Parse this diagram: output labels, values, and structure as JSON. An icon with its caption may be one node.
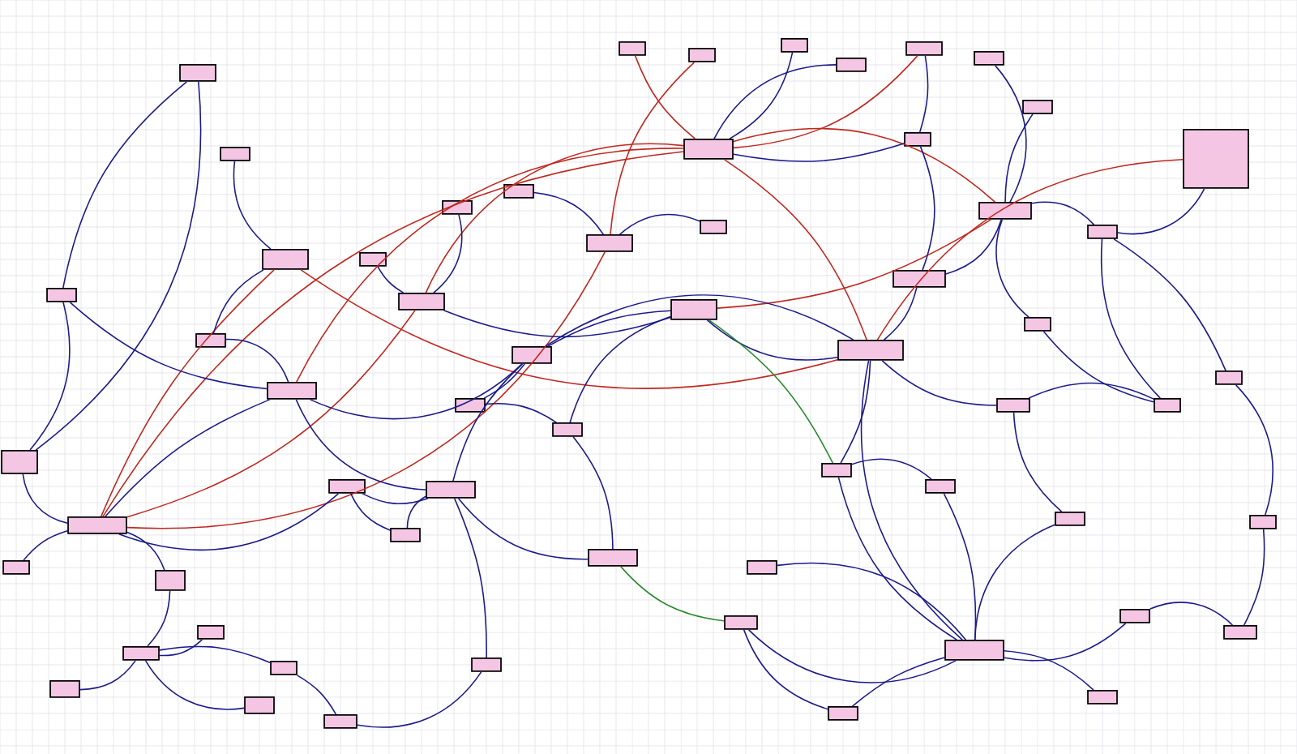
{
  "diagram": {
    "nodes": [
      {
        "text": [],
        "shape": "box"
      },
      {
        "text": [],
        "shape": "box"
      },
      {
        "text": [],
        "shape": "box"
      },
      {
        "text": [],
        "shape": "box"
      },
      {
        "text": [],
        "shape": "box"
      },
      {
        "text": [],
        "shape": "box"
      },
      {
        "text": [],
        "shape": "box"
      },
      {
        "text": [],
        "shape": "box"
      },
      {
        "text": [],
        "shape": "box"
      },
      {
        "text": [],
        "shape": "box"
      },
      {
        "text": [],
        "shape": "box"
      },
      {
        "text": [],
        "shape": "box"
      },
      {
        "text": [],
        "shape": "box"
      },
      {
        "text": [],
        "shape": "box"
      },
      {
        "text": [],
        "shape": "box"
      },
      {
        "text": [],
        "shape": "box"
      },
      {
        "text": [],
        "shape": "box"
      },
      {
        "text": [],
        "shape": "box"
      },
      {
        "text": [],
        "shape": "box"
      },
      {
        "text": [],
        "shape": "box"
      },
      {
        "text": [],
        "shape": "box"
      },
      {
        "text": [],
        "shape": "box"
      },
      {
        "text": [],
        "shape": "box"
      },
      {
        "text": [],
        "shape": "box"
      },
      {
        "text": [],
        "shape": "box"
      },
      {
        "text": [],
        "shape": "box"
      },
      {
        "text": [],
        "shape": "box"
      },
      {
        "text": [],
        "shape": "box"
      },
      {
        "text": [],
        "shape": "box"
      },
      {
        "text": [],
        "shape": "box"
      },
      {
        "text": [],
        "shape": "box"
      },
      {
        "text": [],
        "shape": "box"
      },
      {
        "text": [],
        "shape": "box"
      },
      {
        "text": [],
        "shape": "box"
      },
      {
        "text": [],
        "shape": "box"
      },
      {
        "text": [],
        "shape": "box"
      },
      {
        "text": [],
        "shape": "box"
      },
      {
        "text": [],
        "shape": "box"
      },
      {
        "text": [],
        "shape": "box"
      },
      {
        "text": [],
        "shape": "box"
      },
      {
        "text": [],
        "shape": "box"
      },
      {
        "text": [],
        "shape": "box"
      },
      {
        "text": [],
        "shape": "box"
      },
      {
        "text": [],
        "shape": "box"
      },
      {
        "text": [],
        "shape": "box"
      },
      {
        "text": [],
        "shape": "box"
      },
      {
        "text": [],
        "shape": "box"
      },
      {
        "text": [],
        "shape": "box"
      },
      {
        "text": [],
        "shape": "box"
      },
      {
        "text": [],
        "shape": "box"
      },
      {
        "text": [],
        "shape": "box"
      },
      {
        "text": [],
        "shape": "box"
      },
      {
        "text": [],
        "shape": "box"
      },
      {
        "text": [],
        "shape": "box"
      },
      {
        "text": [],
        "shape": "box"
      },
      {
        "text": [],
        "shape": "box"
      },
      {
        "text": [],
        "shape": "box"
      },
      {
        "text": [],
        "shape": "box"
      },
      {
        "text": [],
        "shape": "box"
      },
      {
        "text": [],
        "shape": "box"
      }
    ],
    "edges": [
      {
        "from": 8,
        "to": 6,
        "arrow": "none",
        "color": "#c0281e"
      },
      {
        "from": 8,
        "to": 5,
        "arrow": "none",
        "color": "#c0281e"
      },
      {
        "from": 8,
        "to": 0,
        "arrow": "none",
        "color": "#c0281e"
      },
      {
        "from": 8,
        "to": 1,
        "arrow": "none",
        "color": "#c0281e"
      },
      {
        "from": 0,
        "to": 26,
        "arrow": "none",
        "color": "#c0281e"
      },
      {
        "from": 0,
        "to": 24,
        "arrow": "none",
        "color": "#c0281e"
      },
      {
        "from": 0,
        "to": 4,
        "arrow": "none",
        "color": "#c0281e"
      },
      {
        "from": 0,
        "to": 5,
        "arrow": "none",
        "color": "#c0281e"
      },
      {
        "from": 0,
        "to": 3,
        "arrow": "none",
        "color": "#c0281e"
      },
      {
        "from": 6,
        "to": 3,
        "arrow": "none",
        "color": "#c0281e"
      },
      {
        "from": 7,
        "to": 0,
        "arrow": "none",
        "color": "#c0281e"
      },
      {
        "from": 2,
        "to": 4,
        "arrow": "none",
        "color": "#c0281e"
      },
      {
        "from": 1,
        "to": 25,
        "arrow": "none",
        "color": "#c0281e"
      },
      {
        "from": 13,
        "to": 3,
        "arrow": "none",
        "color": "#c0281e"
      },
      {
        "from": 8,
        "to": 15,
        "arrow": "none"
      },
      {
        "from": 8,
        "to": 55,
        "arrow": "none"
      },
      {
        "from": 8,
        "to": 45,
        "arrow": "none"
      },
      {
        "from": 8,
        "to": 20,
        "arrow": "none"
      },
      {
        "from": 8,
        "to": 7,
        "arrow": "none"
      },
      {
        "from": 16,
        "to": 45,
        "arrow": "none"
      },
      {
        "from": 16,
        "to": 44,
        "arrow": "none"
      },
      {
        "from": 16,
        "to": 43,
        "arrow": "none"
      },
      {
        "from": 16,
        "to": 46,
        "arrow": "none"
      },
      {
        "from": 16,
        "to": 47,
        "arrow": "none"
      },
      {
        "from": 12,
        "to": 3,
        "arrow": "none"
      },
      {
        "from": 12,
        "to": 40,
        "arrow": "none"
      },
      {
        "from": 12,
        "to": 39,
        "arrow": "none"
      },
      {
        "from": 12,
        "to": 38,
        "arrow": "none"
      },
      {
        "from": 12,
        "to": 37,
        "arrow": "none"
      },
      {
        "from": 12,
        "to": 52,
        "arrow": "none"
      },
      {
        "from": 12,
        "to": 19,
        "arrow": "none"
      },
      {
        "from": 12,
        "to": 51,
        "arrow": "none"
      },
      {
        "from": 12,
        "to": 21,
        "arrow": "none"
      },
      {
        "from": 3,
        "to": 14,
        "arrow": "none"
      },
      {
        "from": 3,
        "to": 2,
        "arrow": "none"
      },
      {
        "from": 3,
        "to": 10,
        "arrow": "none"
      },
      {
        "from": 3,
        "to": 19,
        "arrow": "none"
      },
      {
        "from": 3,
        "to": 36,
        "arrow": "none"
      },
      {
        "from": 4,
        "to": 22,
        "arrow": "none"
      },
      {
        "from": 4,
        "to": 59,
        "arrow": "none"
      },
      {
        "from": 22,
        "to": 17,
        "arrow": "none"
      },
      {
        "from": 22,
        "to": 54,
        "arrow": "none"
      },
      {
        "from": 17,
        "to": 18,
        "arrow": "none"
      },
      {
        "from": 2,
        "to": 10,
        "arrow": "none"
      },
      {
        "from": 2,
        "to": 5,
        "arrow": "none"
      },
      {
        "from": 2,
        "to": 50,
        "arrow": "none"
      },
      {
        "from": 10,
        "to": 7,
        "arrow": "none"
      },
      {
        "from": 10,
        "to": 9,
        "arrow": "none"
      },
      {
        "from": 9,
        "to": 20,
        "arrow": "none"
      },
      {
        "from": 9,
        "to": 49,
        "arrow": "none"
      },
      {
        "from": 9,
        "to": 41,
        "arrow": "none"
      },
      {
        "from": 11,
        "to": 50,
        "arrow": "none"
      },
      {
        "from": 11,
        "to": 9,
        "arrow": "none"
      },
      {
        "from": 5,
        "to": 34,
        "arrow": "none"
      },
      {
        "from": 5,
        "to": 57,
        "arrow": "none"
      },
      {
        "from": 6,
        "to": 58,
        "arrow": "none"
      },
      {
        "from": 6,
        "to": 33,
        "arrow": "none"
      },
      {
        "from": 7,
        "to": 58,
        "arrow": "none"
      },
      {
        "from": 7,
        "to": 32,
        "arrow": "none"
      },
      {
        "from": 1,
        "to": 35,
        "arrow": "none"
      },
      {
        "from": 1,
        "to": 48,
        "arrow": "none"
      },
      {
        "from": 0,
        "to": 23,
        "arrow": "none"
      },
      {
        "from": 23,
        "to": 14,
        "arrow": "none"
      },
      {
        "from": 14,
        "to": 4,
        "arrow": "none"
      },
      {
        "from": 29,
        "to": 4,
        "arrow": "none"
      },
      {
        "from": 30,
        "to": 4,
        "arrow": "none"
      },
      {
        "from": 27,
        "to": 0,
        "arrow": "none"
      },
      {
        "from": 28,
        "to": 0,
        "arrow": "none"
      },
      {
        "from": 24,
        "to": 23,
        "arrow": "none"
      },
      {
        "from": 31,
        "to": 32,
        "arrow": "none"
      },
      {
        "from": 32,
        "to": 15,
        "arrow": "none"
      },
      {
        "from": 53,
        "to": 38,
        "arrow": "none"
      },
      {
        "from": 18,
        "to": 53,
        "arrow": "none"
      },
      {
        "from": 36,
        "to": 37,
        "arrow": "none"
      },
      {
        "from": 19,
        "to": 52,
        "arrow": "none"
      },
      {
        "from": 56,
        "to": 10,
        "arrow": "none"
      },
      {
        "from": 56,
        "to": 50,
        "arrow": "none"
      },
      {
        "from": 21,
        "to": 40,
        "arrow": "none"
      },
      {
        "from": 41,
        "to": 42,
        "arrow": "none"
      },
      {
        "from": 42,
        "to": 46,
        "arrow": "none"
      },
      {
        "from": 49,
        "to": 20,
        "arrow": "none"
      },
      {
        "from": 15,
        "to": 31,
        "arrow": "none"
      },
      {
        "from": 13,
        "to": 22,
        "arrow": "none"
      },
      {
        "from": 59,
        "to": 54,
        "arrow": "none"
      },
      {
        "from": 36,
        "to": 54,
        "arrow": "none"
      },
      {
        "from": 7,
        "to": 9,
        "arrow": "none"
      },
      {
        "from": 2,
        "to": 19,
        "arrow": "none",
        "color": "#2a8a2a"
      },
      {
        "from": 11,
        "to": 21,
        "arrow": "none",
        "color": "#2a8a2a"
      }
    ]
  }
}
